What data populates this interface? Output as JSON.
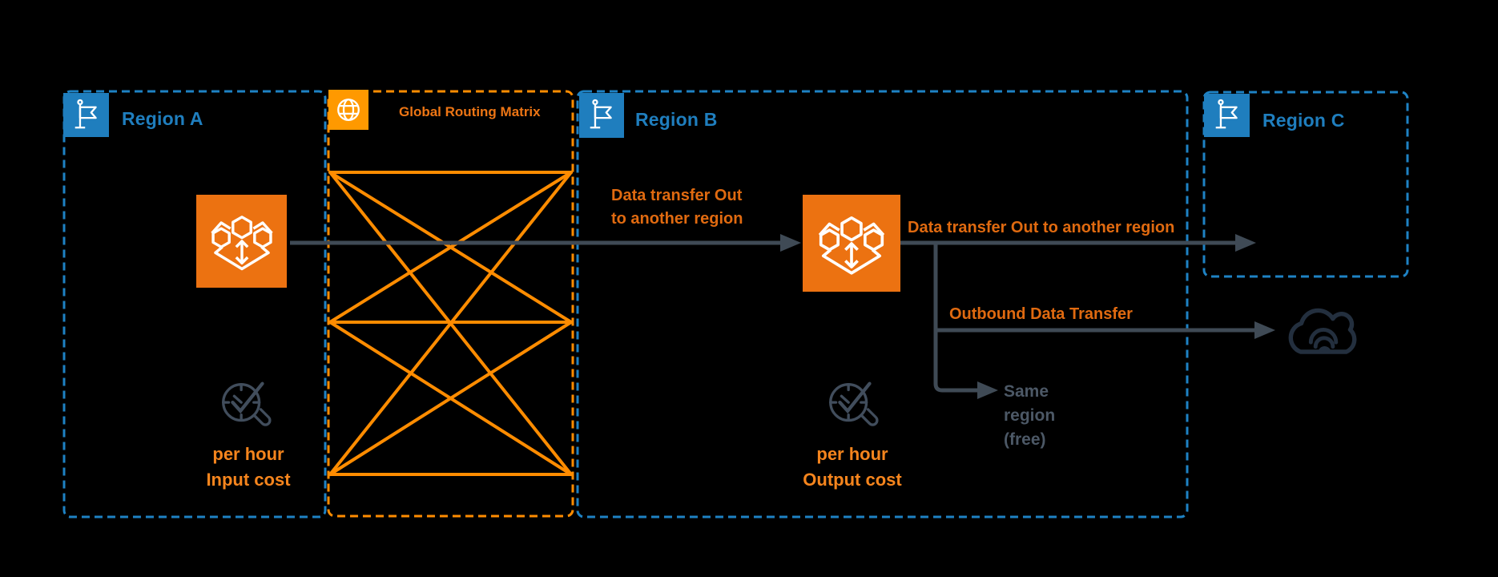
{
  "colors": {
    "background": "#000000",
    "region_blue": "#1F7EBE",
    "dash_blue": "#1E82C4",
    "matrix_orange": "#FF8C00",
    "globe_orange": "#FF9900",
    "icon_orange": "#EC7211",
    "flow_label_orange": "#E06A10",
    "cost_label_orange": "#F6851D",
    "arrow_slate": "#3F4A55",
    "muted_slate_text": "#4C5866",
    "cloud_slate": "#232F3E"
  },
  "regions": {
    "a": {
      "label": "Region A"
    },
    "b": {
      "label": "Region B"
    },
    "c": {
      "label": "Region C"
    }
  },
  "matrix": {
    "label": "Global Routing Matrix"
  },
  "flows": {
    "a_to_b_line1": "Data transfer Out",
    "a_to_b_line2": "to another region",
    "b_to_c": "Data transfer Out to another region",
    "outbound": "Outbound Data Transfer",
    "same_region_line1": "Same",
    "same_region_line2": "region",
    "same_region_line3": "(free)"
  },
  "costs": {
    "region_a_line1": "per hour",
    "region_a_line2": "Input cost",
    "region_b_line1": "per hour",
    "region_b_line2": "Output cost"
  },
  "icons": {
    "flag": "region-flag-icon",
    "globe": "global-routing-globe-icon",
    "transit_gateway": "transit-gateway-icon",
    "clock": "per-hour-cost-clock-icon",
    "cloud": "internet-cloud-icon"
  }
}
